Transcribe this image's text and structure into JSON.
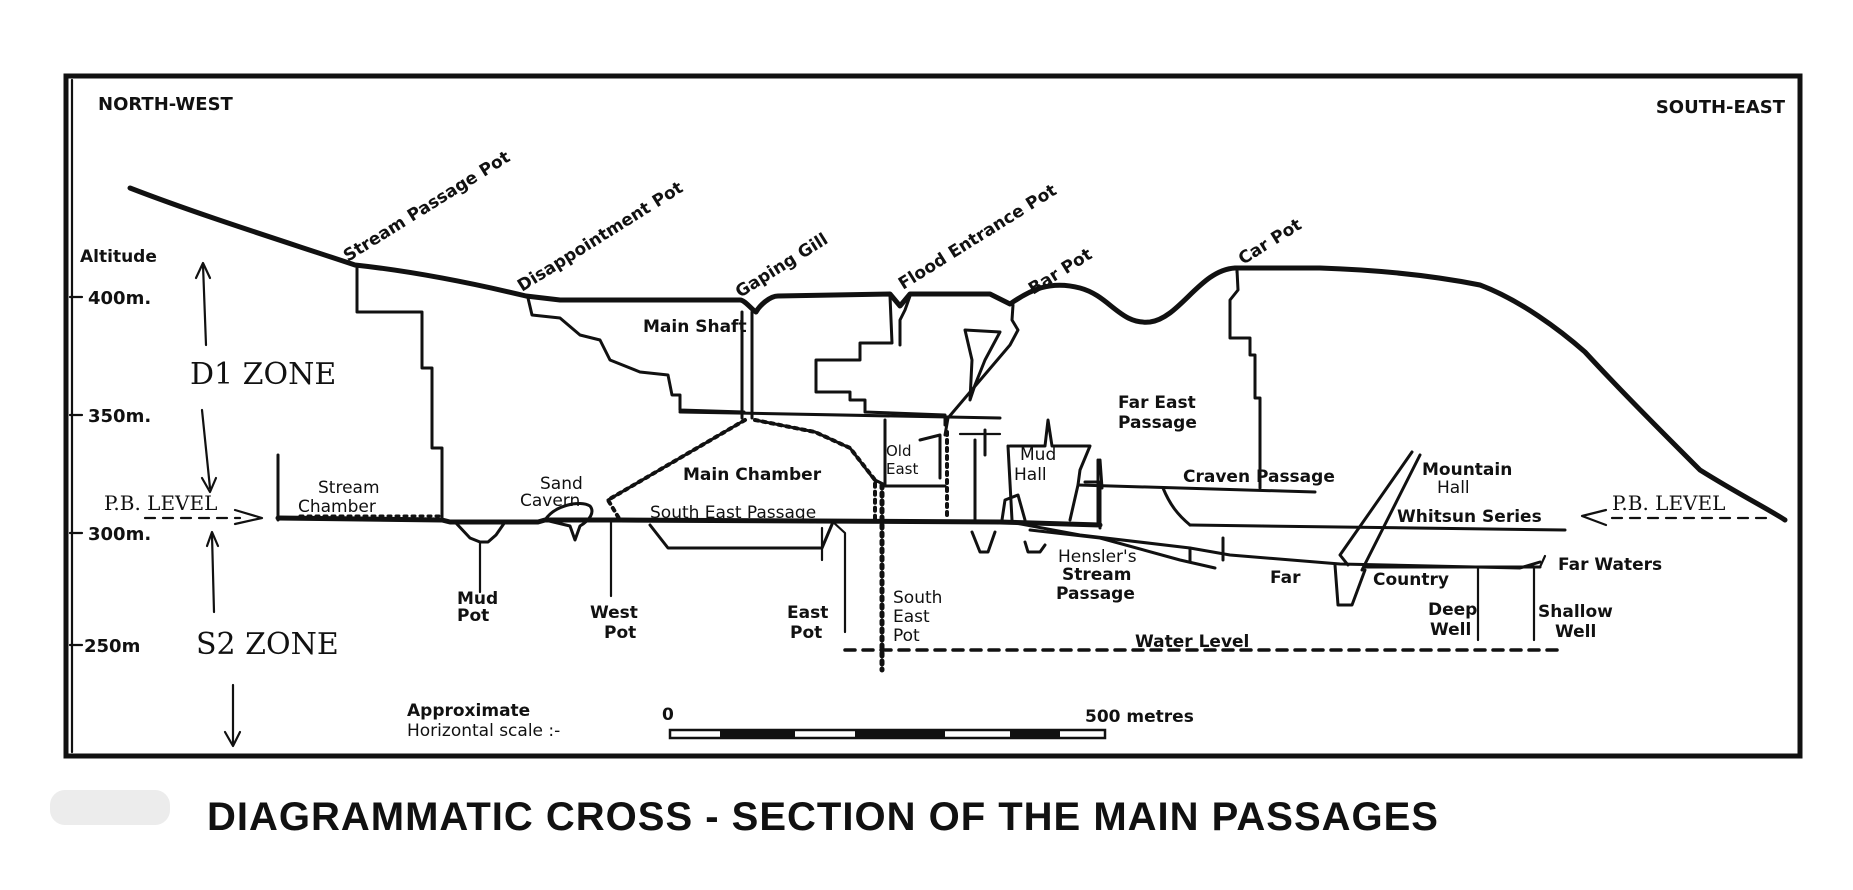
{
  "diagram": {
    "title": "DIAGRAMMATIC CROSS - SECTION OF THE MAIN PASSAGES",
    "directions": {
      "left": "NORTH-WEST",
      "right": "SOUTH-EAST"
    },
    "axis": {
      "label": "Altitude",
      "ticks": [
        "400m.",
        "350m.",
        "300m.",
        "250m"
      ]
    },
    "zones": {
      "upper": "D1 ZONE",
      "lower": "S2 ZONE"
    },
    "pb_level": {
      "left": "P.B. LEVEL",
      "right": "P.B. LEVEL"
    },
    "entrances": [
      "Stream Passage Pot",
      "Disappointment Pot",
      "Gaping Gill",
      "Flood Entrance Pot",
      "Bar Pot",
      "Car Pot"
    ],
    "features": {
      "main_shaft": "Main Shaft",
      "main_chamber": "Main Chamber",
      "south_east_passage": "South East Passage",
      "stream_chamber": [
        "Stream",
        "Chamber"
      ],
      "sand_cavern": [
        "Sand",
        "Cavern"
      ],
      "mud_pot": [
        "Mud",
        "Pot"
      ],
      "west_pot": [
        "West",
        "Pot"
      ],
      "east_pot": [
        "East",
        "Pot"
      ],
      "south_east_pot": [
        "South",
        "East",
        "Pot"
      ],
      "old_east": [
        "Old",
        "East"
      ],
      "mud_hall": [
        "Mud",
        "Hall"
      ],
      "far_east_passage": [
        "Far East",
        "Passage"
      ],
      "craven_passage": "Craven Passage",
      "hensler_stream_passage": [
        "Hensler's",
        "Stream",
        "Passage"
      ],
      "mountain_hall": [
        "Mountain",
        "Hall"
      ],
      "whitsun_series": "Whitsun Series",
      "far_country": [
        "Far",
        "Country"
      ],
      "far_waters": "Far Waters",
      "deep_well": [
        "Deep",
        "Well"
      ],
      "shallow_well": [
        "Shallow",
        "Well"
      ],
      "water_level": "Water Level"
    },
    "scale": {
      "label": [
        "Approximate",
        "Horizontal scale :-"
      ],
      "start": "0",
      "end": "500 metres"
    }
  }
}
